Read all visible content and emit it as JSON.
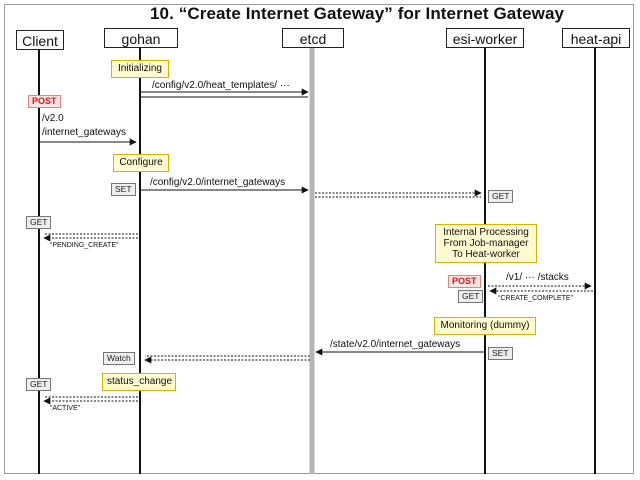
{
  "title": "10. “Create Internet Gateway” for Internet Gateway",
  "actors": {
    "client": "Client",
    "gohan": "gohan",
    "etcd": "etcd",
    "esi_worker": "esi-worker",
    "heat_api": "heat-api"
  },
  "notes": {
    "initializing": "Initializing",
    "configure": "Configure",
    "internal_line1": "Internal Processing",
    "internal_line2": "From Job-manager",
    "internal_line3": "To Heat-worker",
    "monitoring": "Monitoring (dummy)",
    "status_change": "status_change"
  },
  "tags": {
    "post_client": "POST",
    "set_gohan": "SET",
    "get_worker": "GET",
    "get_client_1": "GET",
    "post_worker": "POST",
    "get_worker_2": "GET",
    "set_worker": "SET",
    "watch_gohan": "Watch",
    "get_client_2": "GET"
  },
  "messages": {
    "heat_templates": "/config/v2.0/heat_templates/ ···",
    "v20": "/v2.0",
    "internet_gateways": "/internet_gateways",
    "config_igw": "/config/v2.0/internet_gateways",
    "pending_create": "“PENDING_CREATE”",
    "v1_stacks": "/v1/ ··· /stacks",
    "create_complete": "“CREATE_COMPLETE”",
    "state_igw": "/state/v2.0/internet_gateways",
    "active": "“ACTIVE”"
  },
  "colors": {
    "lifeline": "#111111",
    "etcd_lifeline": "#b5b5b5",
    "note_fill": "#fffbd0",
    "note_border": "#d9b300",
    "post_text": "#d81b1b"
  }
}
